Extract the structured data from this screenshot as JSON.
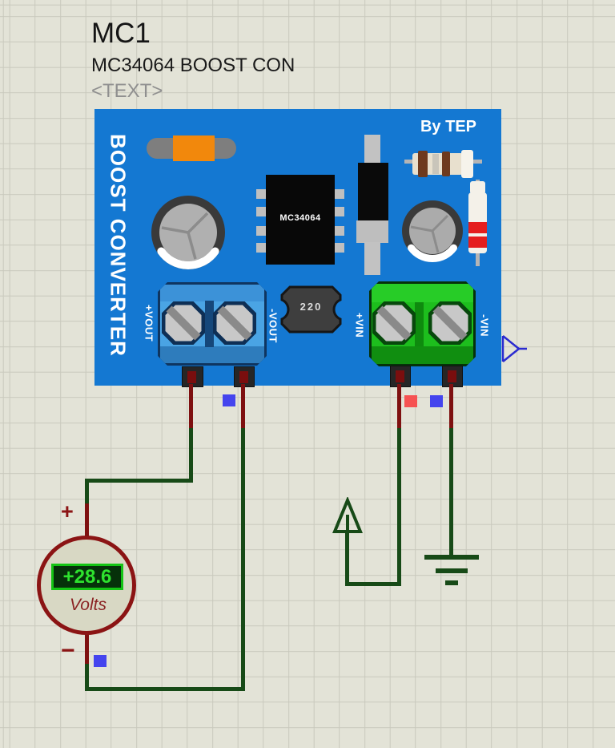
{
  "part": {
    "ref": "MC1",
    "value": "MC34064 BOOST CON",
    "text_placeholder": "<TEXT>"
  },
  "board": {
    "title": "BOOST CONVERTER",
    "byline": "By TEP",
    "ic_label": "MC34064",
    "inductor_label": "220",
    "terminals": {
      "vout_plus": "+VOUT",
      "vout_minus": "-VOUT",
      "vin_plus": "+VIN",
      "vin_minus": "-VIN"
    }
  },
  "voltmeter": {
    "reading": "+28.6",
    "unit": "Volts",
    "plus_sign": "+",
    "minus_sign": "−"
  },
  "colors": {
    "board_blue": "#1478D2",
    "wire_green": "#174A17",
    "pin_stub_red": "#7E1010",
    "meter_red": "#8B1414",
    "display_bg": "#06310A",
    "display_green": "#2EE22E",
    "junction_blue": "#4444EE",
    "junction_red": "#F65252",
    "bus_entry_blue": "#2B2BD0",
    "grid_bg": "#E3E3D7",
    "grid_line": "#C9C9BD",
    "terminal_blue": "#4AA4E4",
    "terminal_green": "#1DBE1D"
  }
}
